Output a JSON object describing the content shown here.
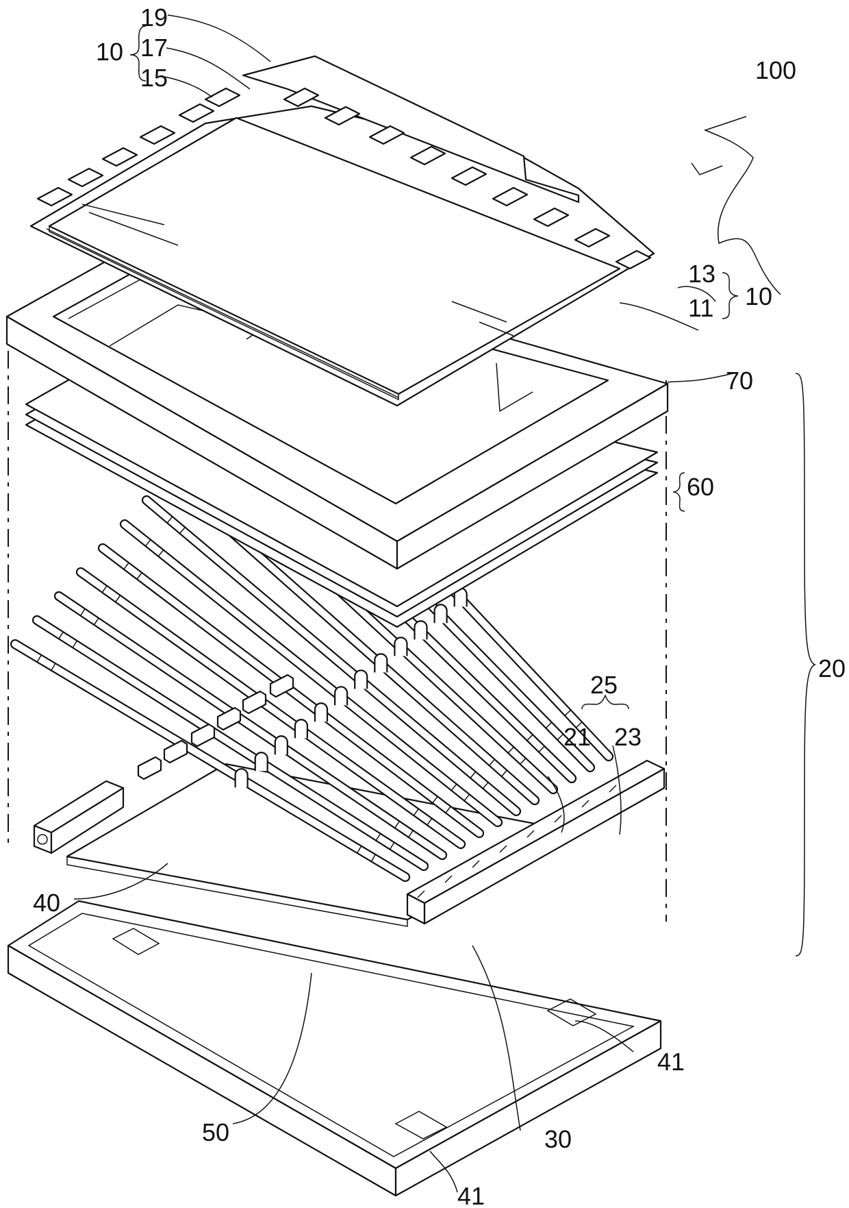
{
  "figure": {
    "assembly_label": "100",
    "labels": {
      "l10_top": "10",
      "l19": "19",
      "l17": "17",
      "l15": "15",
      "l13": "13",
      "l11": "11",
      "l10_right": "10",
      "l70": "70",
      "l60": "60",
      "l20": "20",
      "l25": "25",
      "l21": "21",
      "l23": "23",
      "l40": "40",
      "l41_right": "41",
      "l50": "50",
      "l30": "30",
      "l41_bottom": "41"
    }
  }
}
